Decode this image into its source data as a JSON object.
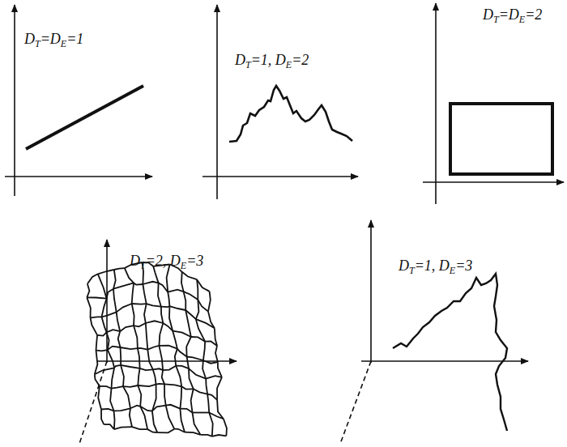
{
  "diagram": {
    "labels": [
      "DT=DE=1",
      "DT=1, DE=2",
      "DT=DE=2",
      "DT=2, DE=3",
      "DT=1, DE=3"
    ]
  }
}
